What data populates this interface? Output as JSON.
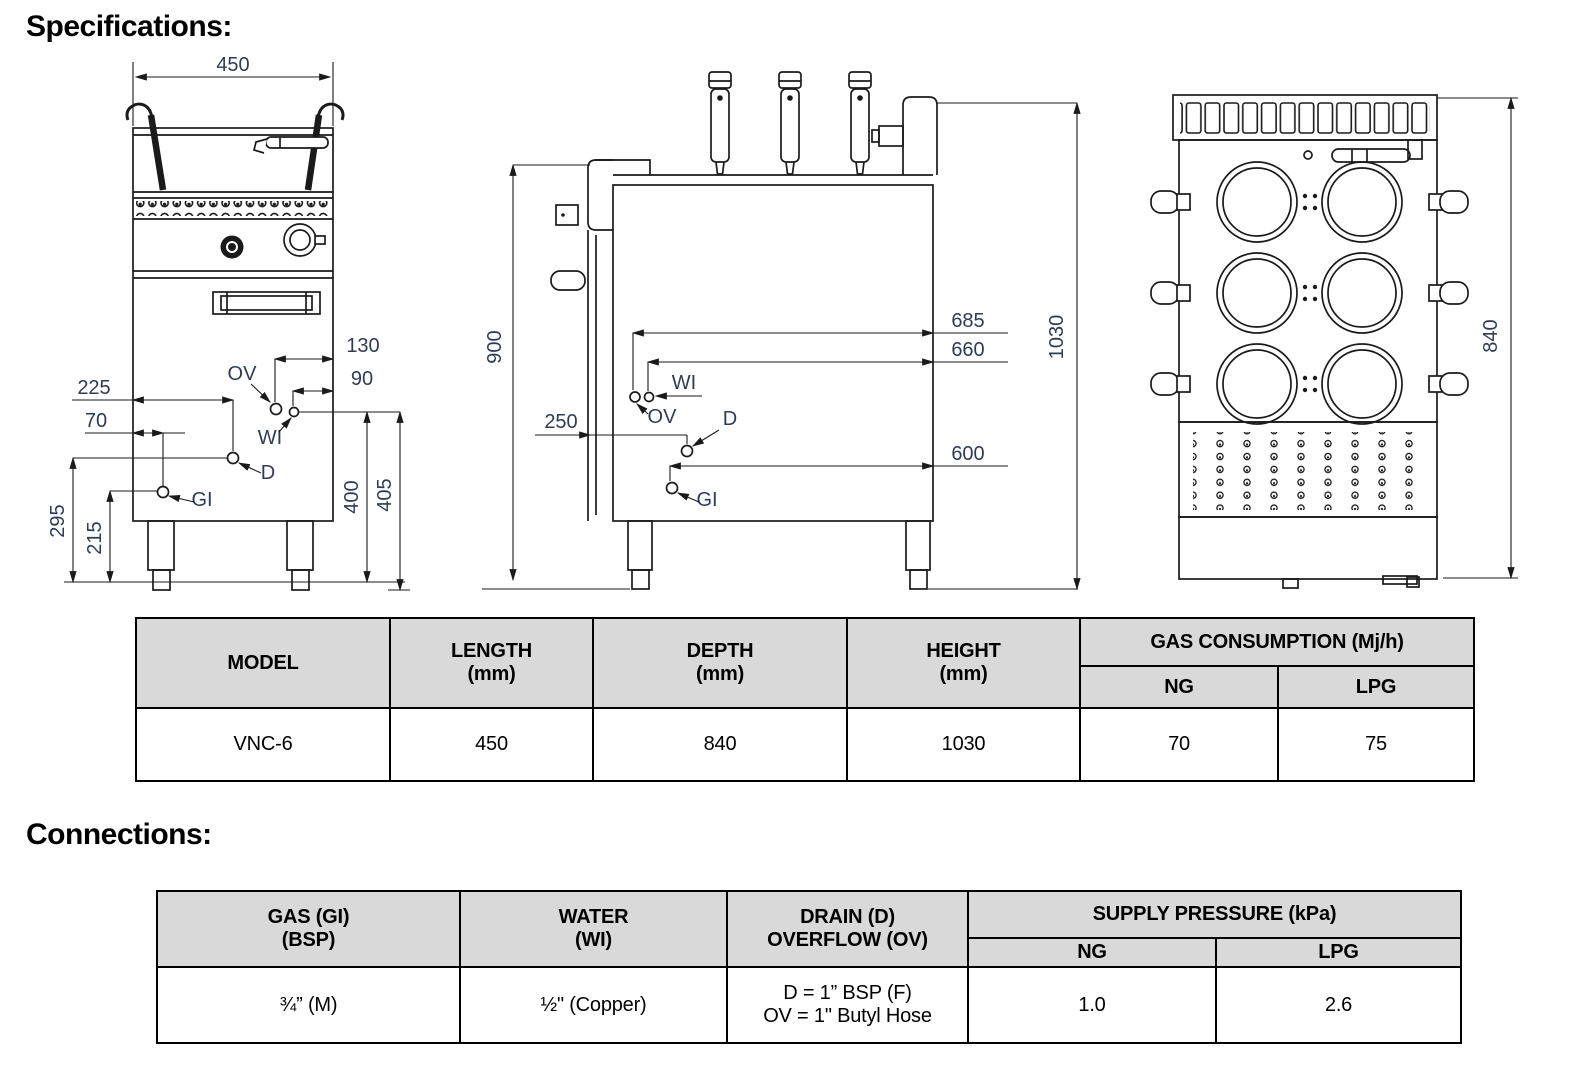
{
  "colors": {
    "line_color": "#1a1a1a",
    "dim_text_color": "#2e3c55",
    "table_header_bg": "#d9d9d9",
    "table_border": "#000000"
  },
  "headings": {
    "specifications": "Specifications:",
    "connections": "Connections:"
  },
  "front_view": {
    "dim_width": "450",
    "dim_130": "130",
    "dim_90": "90",
    "dim_225": "225",
    "dim_70": "70",
    "dim_295": "295",
    "dim_215": "215",
    "dim_400": "400",
    "dim_405": "405",
    "label_ov": "OV",
    "label_wi": "WI",
    "label_d": "D",
    "label_gi": "GI"
  },
  "side_view": {
    "dim_900": "900",
    "dim_1030": "1030",
    "dim_685": "685",
    "dim_660": "660",
    "dim_600": "600",
    "dim_250": "250",
    "label_wi": "WI",
    "label_ov": "OV",
    "label_d": "D",
    "label_gi": "GI"
  },
  "top_view": {
    "dim_840": "840"
  },
  "spec_table": {
    "headers": {
      "model": "MODEL",
      "length": "LENGTH",
      "length_unit": "(mm)",
      "depth": "DEPTH",
      "depth_unit": "(mm)",
      "height": "HEIGHT",
      "height_unit": "(mm)",
      "gas_consumption": "GAS CONSUMPTION (Mj/h)",
      "ng": "NG",
      "lpg": "LPG"
    },
    "row": {
      "model": "VNC-6",
      "length": "450",
      "depth": "840",
      "height": "1030",
      "ng": "70",
      "lpg": "75"
    }
  },
  "connections_table": {
    "headers": {
      "gas_line1": "GAS (GI)",
      "gas_line2": "(BSP)",
      "water_line1": "WATER",
      "water_line2": "(WI)",
      "drain_line1": "DRAIN (D)",
      "drain_line2": "OVERFLOW (OV)",
      "supply_pressure": "SUPPLY PRESSURE (kPa)",
      "ng": "NG",
      "lpg": "LPG"
    },
    "row": {
      "gas": "¾” (M)",
      "water": "½\" (Copper)",
      "drain_line1": "D = 1” BSP (F)",
      "drain_line2": "OV = 1\" Butyl Hose",
      "ng": "1.0",
      "lpg": "2.6"
    }
  }
}
